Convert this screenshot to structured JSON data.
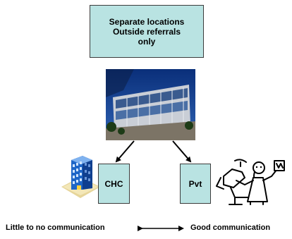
{
  "top_box": {
    "line1": "Separate locations",
    "line2": "Outside referrals",
    "line3": "only"
  },
  "nodes": {
    "chc": "CHC",
    "pvt": "Pvt"
  },
  "captions": {
    "left": "Little to no communication",
    "right": "Good communication"
  },
  "images": {
    "center": "building-photo",
    "left": "hospital-building-icon",
    "right": "dentist-patient-icon"
  },
  "colors": {
    "box_fill": "#b9e3e2",
    "box_border": "#3c3c3c",
    "arrow": "#000000"
  }
}
